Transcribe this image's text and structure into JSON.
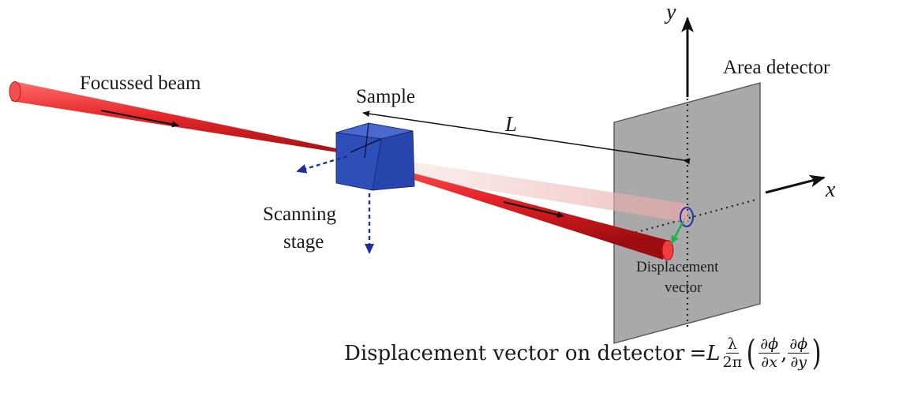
{
  "labels": {
    "focussed_beam": "Focussed beam",
    "sample": "Sample",
    "distance": "L",
    "area_detector": "Area detector",
    "axis_x": "x",
    "axis_y": "y",
    "scanning_stage_line1": "Scanning",
    "scanning_stage_line2": "stage",
    "displacement_vector_line1": "Displacement",
    "displacement_vector_line2": "vector"
  },
  "equation": {
    "lhs": "Displacement vector on detector",
    "equals": "=",
    "L": "L",
    "lambda": "λ",
    "two_pi": "2π",
    "dphi_num_1": "∂ϕ",
    "dphi_den_1": "∂x",
    "comma": ",",
    "dphi_num_2": "∂ϕ",
    "dphi_den_2": "∂y",
    "open_paren": "(",
    "close_paren": ")"
  },
  "colors": {
    "beam": "#e8292b",
    "sample_cube": "#2f4fb8",
    "stage_arrows": "#1f2f9a",
    "detector": "#a9a9a9",
    "displacement_arrow": "#1db24a",
    "spot_ring": "#2233aa"
  }
}
